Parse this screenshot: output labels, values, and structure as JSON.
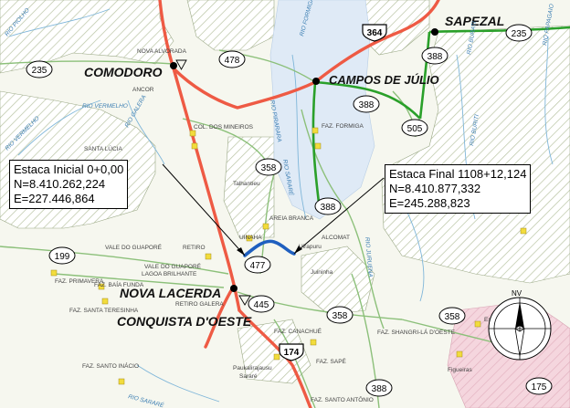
{
  "cities": {
    "comodoro": "COMODORO",
    "sapezal": "SAPEZAL",
    "campos_de_julio": "CAMPOS DE JÚLIO",
    "nova_lacerda": "NOVA LACERDA",
    "conquista_doeste": "CONQUISTA D'OESTE"
  },
  "localities": {
    "nova_alvorada": "NOVA ALVORADA",
    "ancor": "ANCOR",
    "col_dos_mineiros": "COL. DOS MINEIROS",
    "santa_lucia": "SANTA LÚCIA",
    "faz_formiga": "FAZ. FORMIGA",
    "talhantieu": "Talhantieu",
    "areia_branca": "AREIA BRANCA",
    "alcomat": "ALCOMAT",
    "juininha": "Juininha",
    "vale_do_guapore": "VALE DO GUAPORÉ",
    "retiro": "RETIRO",
    "vale_do_guapore_2": "VALE DO GUAPORÉ",
    "lagoa_brilhante": "LAGOA BRILHANTE",
    "faz_primavera": "FAZ. PRIMAVERA",
    "faz_baia_funda": "FAZ. BAÍA FUNDA",
    "retiro_galera": "RETIRO GALERA",
    "faz_santa_teresinha": "FAZ. SANTA TERESINHA",
    "faz_canachue": "FAZ. CANACHUÉ",
    "faz_shangri_la": "FAZ. SHANGRI-LÁ D'OESTE",
    "estivadinho": "Estivadinho",
    "faz_sape": "FAZ. SAPÉ",
    "paukalirajausu": "Paukalirajausu",
    "sarare": "Sararé",
    "faz_santo_inacio": "FAZ. SANTO INÁCIO",
    "faz_santo_antonio": "FAZ. SANTO ANTÔNIO",
    "figueiras": "Figueiras",
    "uirapuru": "Uirapuru",
    "uinaha": "UINAHA"
  },
  "rivers": {
    "rio_piolho": "RIO PIOLHO",
    "rio_vermelho": "RIO VERMELHO",
    "rio_vermelho_2": "RIO VERMELHO",
    "rio_galera": "RIO GALERA",
    "rio_pirarara": "RIO PIRARARA",
    "rio_formiga": "RIO FORMIGA",
    "rio_burati": "RIO BURATI",
    "rio_buriti": "RIO BURITI",
    "rio_sarare": "RIO SARARÉ",
    "rio_juruena": "RIO JURUENA",
    "rio_papagaio": "RIO PAPAGAIO",
    "rio_sarare_2": "RIO SARARÉ"
  },
  "road_shields": {
    "r364": "364",
    "r235_left": "235",
    "r235_right": "235",
    "r478": "478",
    "r388_top": "388",
    "r388_mid": "388",
    "r388_center": "388",
    "r388_bottom": "388",
    "r505": "505",
    "r358_a": "358",
    "r358_b": "358",
    "r358_c": "358",
    "r199": "199",
    "r477": "477",
    "r445": "445",
    "r174": "174",
    "r175": "175"
  },
  "callouts": {
    "start": {
      "title": "Estaca Inicial 0+0,00",
      "north": "N=8.410.262,224",
      "east": "E=227.446,864"
    },
    "end": {
      "title": "Estaca Final 1108+12,124",
      "north": "N=8.410.877,332",
      "east": "E=245.288,823"
    }
  },
  "compass": {
    "label": "NV"
  },
  "colors": {
    "federal_highway": "#ee5a44",
    "state_highway_paved": "#2aa02a",
    "state_highway_planned": "#7fbf6a",
    "project_segment": "#1f5fbf",
    "water_area": "#dfeaf6",
    "indigenous_hatch": "#bcc9a4",
    "urban_area": "#f3c7d4"
  }
}
